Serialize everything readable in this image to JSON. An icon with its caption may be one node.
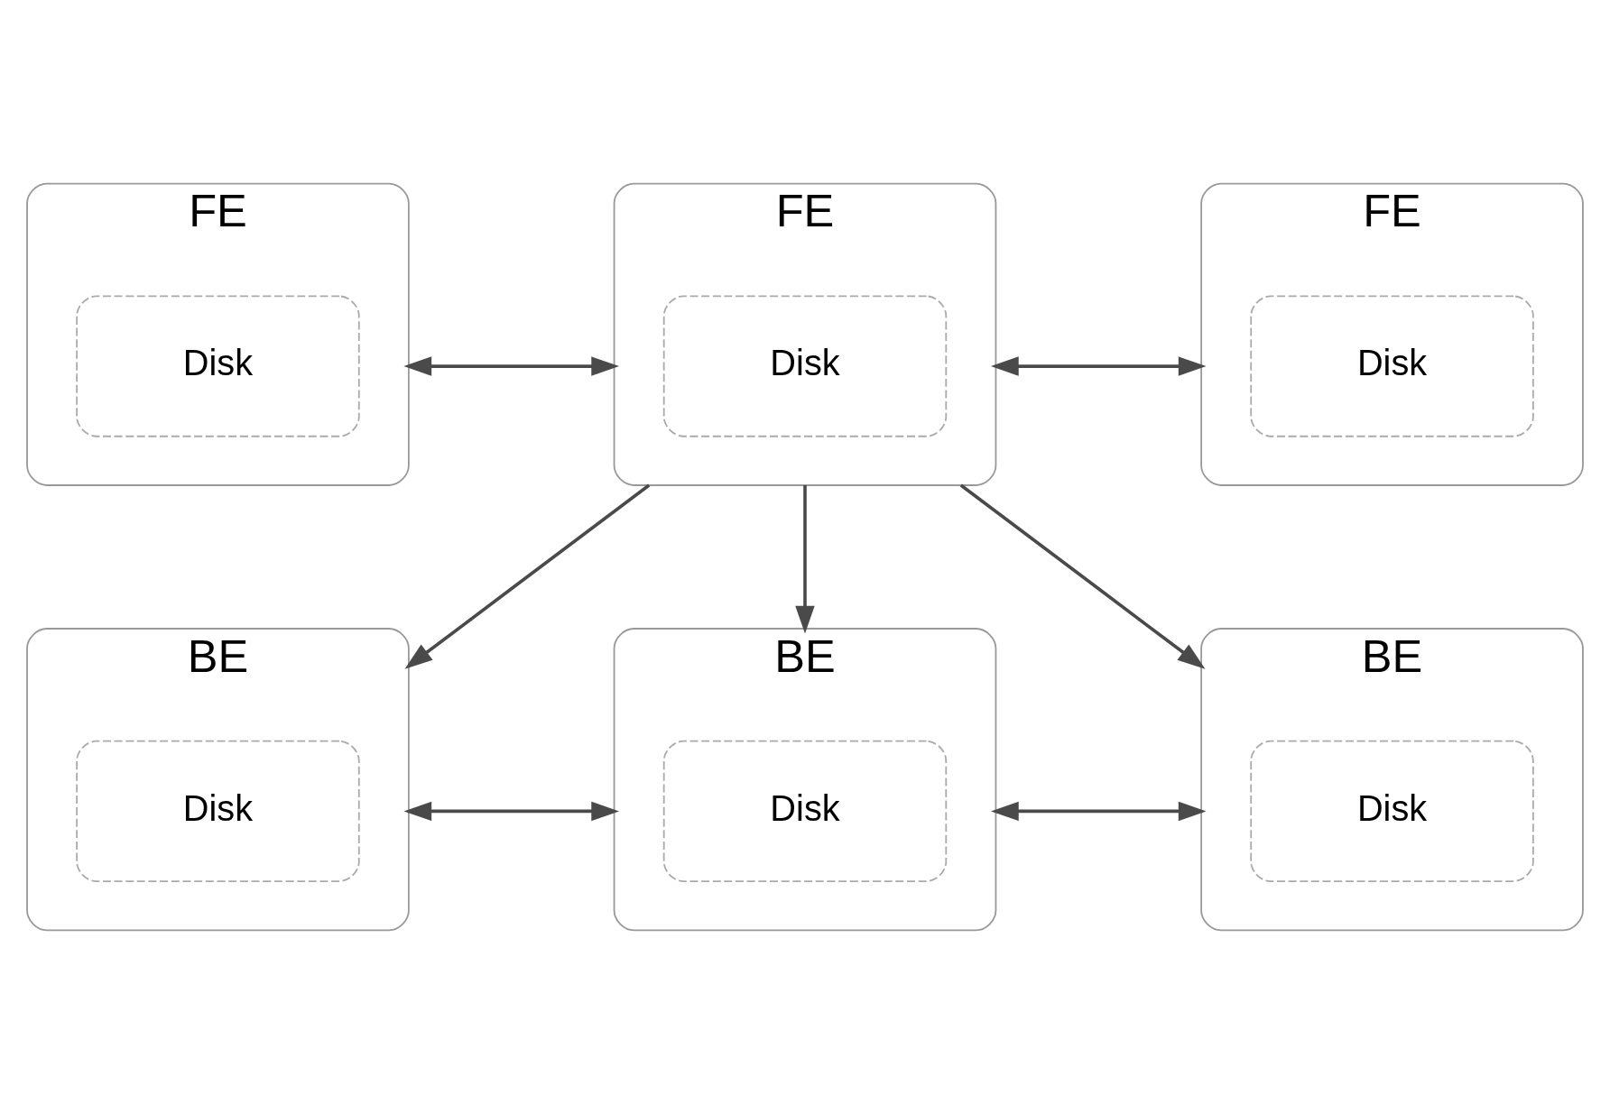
{
  "diagram": {
    "nodes": [
      {
        "text": [
          "FE"
        ]
      },
      {
        "text": [
          "Disk"
        ],
        "in": 0
      },
      {
        "text": [
          "FE"
        ]
      },
      {
        "text": [
          "Disk"
        ],
        "in": 2
      },
      {
        "text": [
          "FE"
        ]
      },
      {
        "text": [
          "Disk"
        ],
        "in": 4
      },
      {
        "text": [
          "BE"
        ]
      },
      {
        "text": [
          "Disk"
        ],
        "in": 6
      },
      {
        "text": [
          "BE"
        ]
      },
      {
        "text": [
          "Disk"
        ],
        "in": 8
      },
      {
        "text": [
          "BE"
        ]
      },
      {
        "text": [
          "Disk"
        ],
        "in": 10
      }
    ],
    "edges": [
      {
        "from": 0,
        "to": 2,
        "arrow": "both"
      },
      {
        "from": 2,
        "to": 4,
        "arrow": "both"
      },
      {
        "from": 2,
        "to": 6,
        "arrow": "to"
      },
      {
        "from": 2,
        "to": 8,
        "arrow": "to"
      },
      {
        "from": 2,
        "to": 10,
        "arrow": "to"
      },
      {
        "from": 6,
        "to": 8,
        "arrow": "both"
      },
      {
        "from": 8,
        "to": 10,
        "arrow": "both"
      }
    ]
  }
}
